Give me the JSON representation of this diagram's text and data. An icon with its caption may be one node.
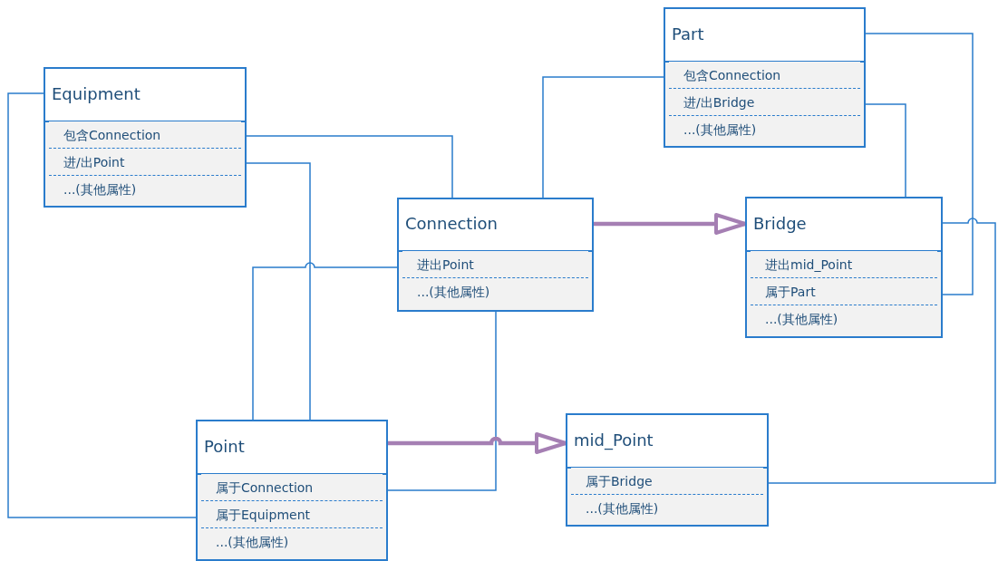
{
  "diagram": {
    "nodes": [
      {
        "text": [
          "Equipment"
        ]
      },
      {
        "text": [
          "包含Connection"
        ],
        "in": 0
      },
      {
        "text": [
          "进/出Point"
        ],
        "in": 0
      },
      {
        "text": [
          "...(其他属性)"
        ],
        "in": 0
      },
      {
        "text": [
          "Part"
        ]
      },
      {
        "text": [
          "包含Connection"
        ],
        "in": 4
      },
      {
        "text": [
          "进/出Bridge"
        ],
        "in": 4
      },
      {
        "text": [
          "...(其他属性)"
        ],
        "in": 4
      },
      {
        "text": [
          "Connection"
        ]
      },
      {
        "text": [
          "进出Point"
        ],
        "in": 8
      },
      {
        "text": [
          "...(其他属性)"
        ],
        "in": 8
      },
      {
        "text": [
          "Bridge"
        ]
      },
      {
        "text": [
          "进出mid_Point"
        ],
        "in": 11
      },
      {
        "text": [
          "属于Part"
        ],
        "in": 11
      },
      {
        "text": [
          "...(其他属性)"
        ],
        "in": 11
      },
      {
        "text": [
          "Point"
        ]
      },
      {
        "text": [
          "属于Connection"
        ],
        "in": 15
      },
      {
        "text": [
          "属于Equipment"
        ],
        "in": 15
      },
      {
        "text": [
          "...(其他属性)"
        ],
        "in": 15
      },
      {
        "text": [
          "mid_Point"
        ]
      },
      {
        "text": [
          "属于Bridge"
        ],
        "in": 19
      },
      {
        "text": [
          "...(其他属性)"
        ],
        "in": 19
      }
    ],
    "edges": [
      {
        "from": 1,
        "to": 8,
        "arrow": "none"
      },
      {
        "from": 2,
        "to": 15,
        "arrow": "none"
      },
      {
        "from": 0,
        "to": 17,
        "arrow": "none"
      },
      {
        "from": 9,
        "to": 15,
        "arrow": "none"
      },
      {
        "from": 8,
        "to": 16,
        "arrow": "none"
      },
      {
        "from": 5,
        "to": 8,
        "arrow": "none"
      },
      {
        "from": 6,
        "to": 11,
        "arrow": "none"
      },
      {
        "from": 4,
        "to": 13,
        "arrow": "none"
      },
      {
        "from": 11,
        "to": 20,
        "arrow": "none"
      },
      {
        "from": 8,
        "to": 11,
        "arrow": "to",
        "style": "thick",
        "color": "#a57fb3"
      },
      {
        "from": 15,
        "to": 19,
        "arrow": "to",
        "style": "thick",
        "color": "#a57fb3"
      }
    ]
  }
}
